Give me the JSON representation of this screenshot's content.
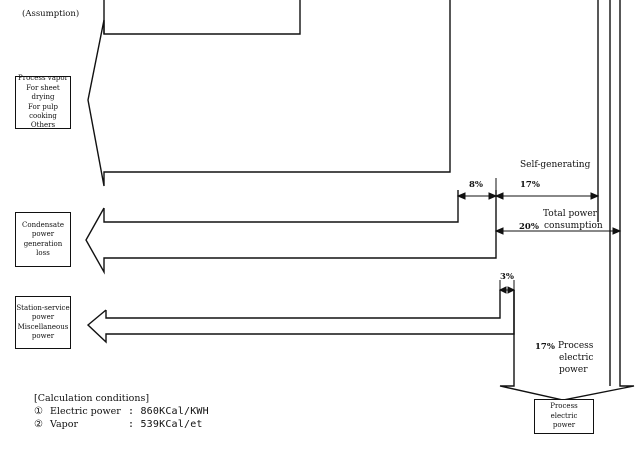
{
  "labels": {
    "assumption": "(Assumption)",
    "self_generating": "Self-generating",
    "pct_8": "8%",
    "pct_17_top": "17%",
    "total_power_1": "Total power",
    "total_power_pct": "20%",
    "total_power_2": "consumption",
    "pct_3": "3%",
    "process_power_pct": "17%",
    "process_power_1": "Process",
    "process_power_2": "electric",
    "process_power_3": "power"
  },
  "boxes": {
    "process_vapor": "Process vapor\nFor sheet drying\nFor pulp cooking\nOthers",
    "condensate": "Condensate\npower\ngeneration loss",
    "station_service": "Station-service\npower\nMiscellaneous\npower",
    "process_electric": "Process\nelectric\npower"
  },
  "calculation": {
    "heading": "[Calculation conditions]",
    "items": [
      {
        "num": "①",
        "key": "Electric power",
        "value": ": 860KCal/KWH"
      },
      {
        "num": "②",
        "key": "Vapor",
        "value": ": 539KCal/et"
      }
    ]
  },
  "colors": {
    "line": "#111111",
    "background": "#ffffff"
  }
}
